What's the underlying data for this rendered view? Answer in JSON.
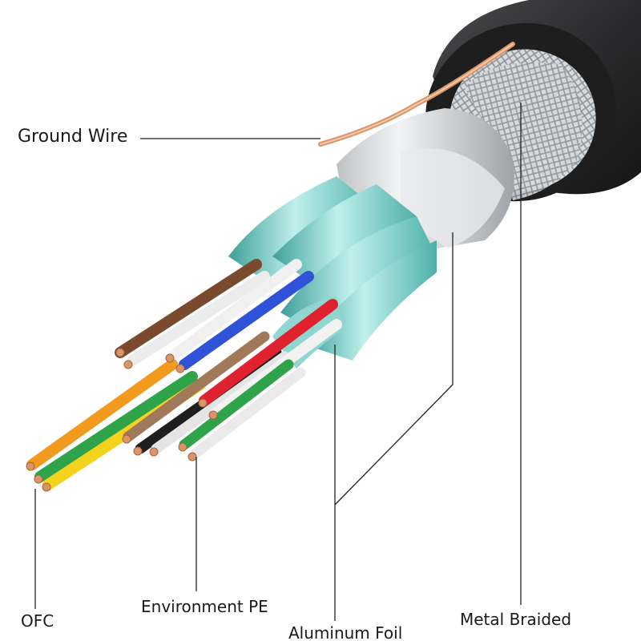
{
  "labels": {
    "ground_wire": "Ground Wire",
    "environment_pe": "Environment PE",
    "ofc": "OFC",
    "aluminum_foil": "Aluminum Foil",
    "metal_braided": "Metal Braided"
  },
  "colors": {
    "jacket": "#2b2b2d",
    "braid": "#c9ced2",
    "foil_outer": "#d4d6d8",
    "pair_shield": "#6fc7c2",
    "copper": "#d9956a",
    "wire_brown": "#7a4a2e",
    "wire_white": "#ececec",
    "wire_blue": "#2f52d8",
    "wire_orange": "#f29a1e",
    "wire_green": "#2fa34a",
    "wire_yellow": "#f4d31c",
    "wire_red": "#e0212e",
    "wire_black": "#1e1e1e",
    "leader_line": "#222222"
  }
}
